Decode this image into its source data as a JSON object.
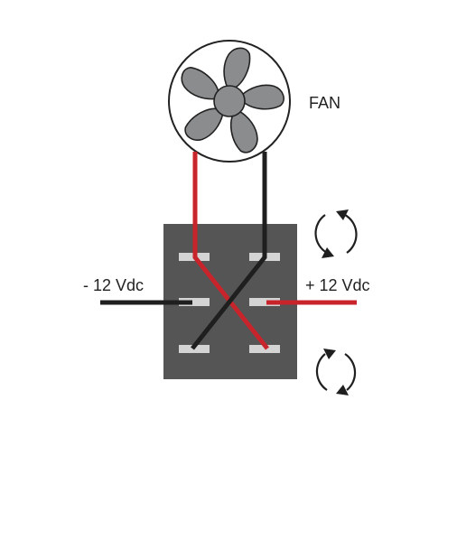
{
  "labels": {
    "fan": "FAN",
    "negative": "- 12 Vdc",
    "positive": "+ 12 Vdc"
  },
  "components": {
    "fan": {
      "icon": "fan-icon",
      "blade_count": 5
    },
    "switch": {
      "icon": "dpdt-switch-icon",
      "terminal_count": 6
    },
    "rotation_indicators": [
      "clockwise-rotation-icon",
      "counterclockwise-rotation-icon"
    ]
  },
  "colors": {
    "positive_wire": "#c8242c",
    "negative_wire": "#1f1f1f",
    "switch_body": "#555555",
    "terminal": "#d4d4d4",
    "fan_blade": "#8a8c8e",
    "fan_outline": "#222222"
  }
}
